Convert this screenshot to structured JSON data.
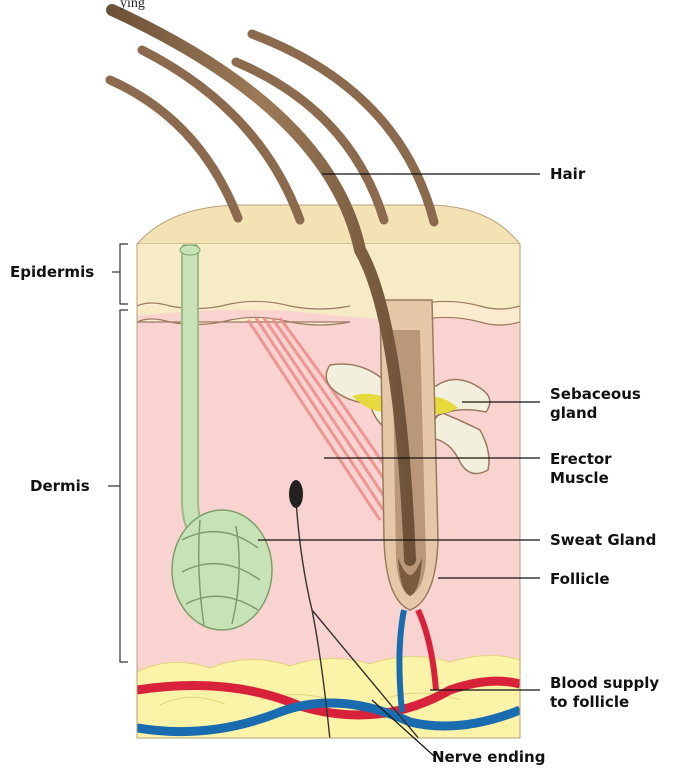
{
  "caption_top": "ying",
  "labels": {
    "epidermis": "Epidermis",
    "dermis": "Dermis",
    "hair": "Hair",
    "sebaceous_line1": "Sebaceous",
    "sebaceous_line2": "gland",
    "erector_line1": "Erector",
    "erector_line2": "Muscle",
    "sweat_gland": "Sweat Gland",
    "follicle": "Follicle",
    "blood_line1": "Blood supply",
    "blood_line2": "to follicle",
    "nerve_ending": "Nerve ending"
  },
  "colors": {
    "epidermis": "#f6ebc4",
    "dermis": "#f9d3cf",
    "fat": "#fbf3a8",
    "hair": "#8b6a4d",
    "sweat_gland": "#c8e2b8",
    "muscle": "#ee8f8d",
    "sebaceous_fill": "#f2f0dc",
    "sebum": "#e6da3c",
    "artery": "#d8223c",
    "vein": "#1a6cb0"
  }
}
